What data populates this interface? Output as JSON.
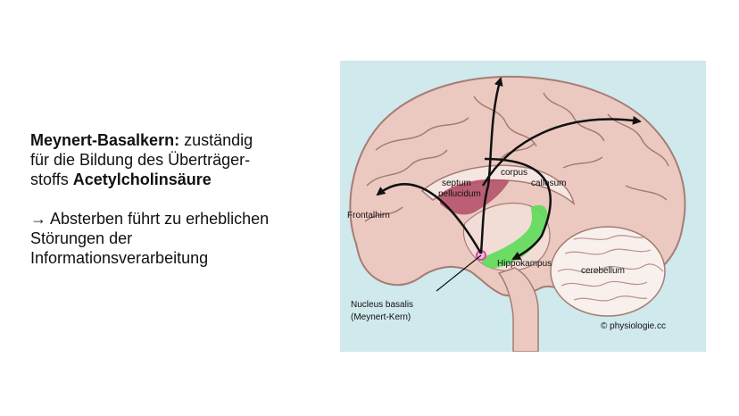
{
  "text": {
    "line1_bold": "Meynert-Basalkern:",
    "line1_rest": " zuständig",
    "line2": "für die Bildung des Überträger-",
    "line3_pre": "stoffs ",
    "line3_bold": "Acetylcholinsäure",
    "line4": "→ Absterben führt zu erheblichen",
    "line5": "Störungen der",
    "line6": "Informationsverarbeitung"
  },
  "figure": {
    "labels": {
      "corpus": "corpus",
      "callosum": "callosum",
      "septum": "septum",
      "pellucidum": "pellucidum",
      "frontalhirn": "Frontalhirn",
      "hippokampus": "Hippokampus",
      "cerebellum": "cerebellum",
      "nucleus1": "Nucleus basalis",
      "nucleus2": "(Meynert-Kern)",
      "copyright": "© physiologie.cc"
    },
    "colors": {
      "background": "#cfe9ec",
      "cortex": "#ecc9c0",
      "septum": "#b5536b",
      "hippocampus": "#5ddc5a",
      "nucleus": "#d24aa0",
      "arrows": "#111111"
    }
  }
}
